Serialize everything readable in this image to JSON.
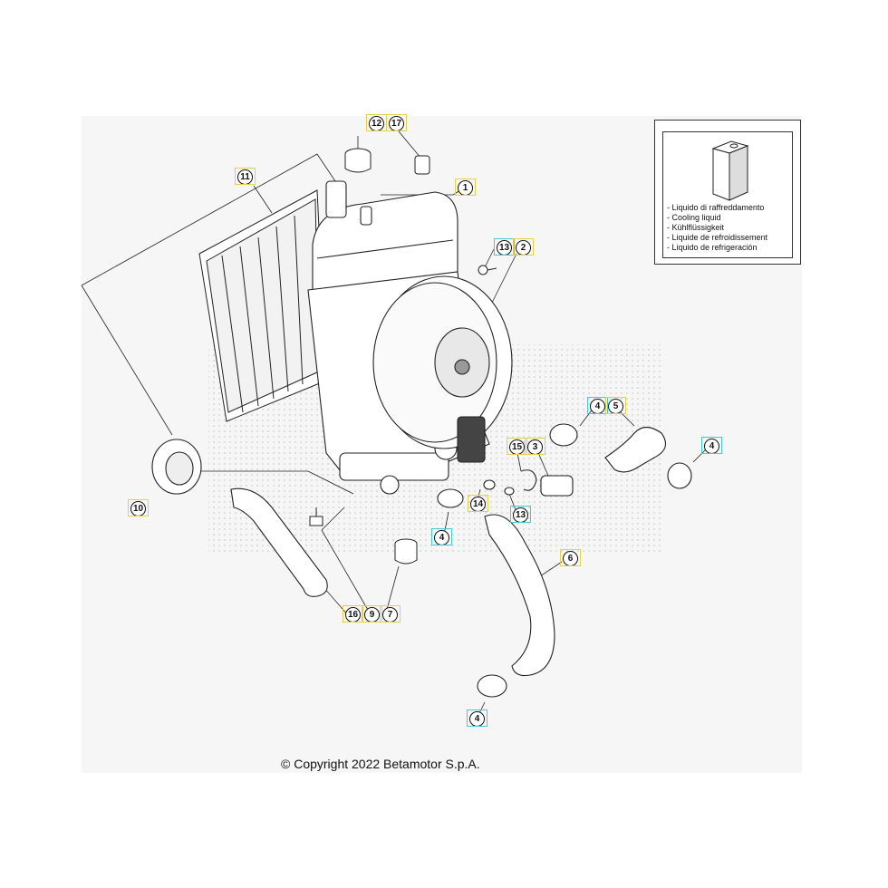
{
  "copyright": "© Copyright 2022 Betamotor S.p.A.",
  "legend": {
    "lines": [
      "- Liquido di raffreddamento",
      "- Cooling liquid",
      "- Kühlflüssigkeit",
      "- Liquide de refroidissement",
      "- Liquido de refrigeración"
    ]
  },
  "callouts": [
    {
      "id": "c12",
      "label": "12",
      "color": "yellow"
    },
    {
      "id": "c17",
      "label": "17",
      "color": "yellow"
    },
    {
      "id": "c11",
      "label": "11",
      "color": "yellow"
    },
    {
      "id": "c1",
      "label": "1",
      "color": "yellow"
    },
    {
      "id": "c13a",
      "label": "13",
      "color": "cyan"
    },
    {
      "id": "c2",
      "label": "2",
      "color": "yellow"
    },
    {
      "id": "c4a",
      "label": "4",
      "color": "cyan"
    },
    {
      "id": "c5",
      "label": "5",
      "color": "yellow"
    },
    {
      "id": "c4b",
      "label": "4",
      "color": "cyan"
    },
    {
      "id": "c15",
      "label": "15",
      "color": "yellow"
    },
    {
      "id": "c3",
      "label": "3",
      "color": "yellow"
    },
    {
      "id": "c10",
      "label": "10",
      "color": "yellow"
    },
    {
      "id": "c14",
      "label": "14",
      "color": "yellow"
    },
    {
      "id": "c13b",
      "label": "13",
      "color": "cyan"
    },
    {
      "id": "c4c",
      "label": "4",
      "color": "cyan"
    },
    {
      "id": "c6",
      "label": "6",
      "color": "yellow"
    },
    {
      "id": "c16",
      "label": "16",
      "color": "yellow"
    },
    {
      "id": "c9",
      "label": "9",
      "color": "yellow"
    },
    {
      "id": "c7",
      "label": "7",
      "color": "yellow"
    },
    {
      "id": "c4d",
      "label": "4",
      "color": "cyan"
    }
  ]
}
